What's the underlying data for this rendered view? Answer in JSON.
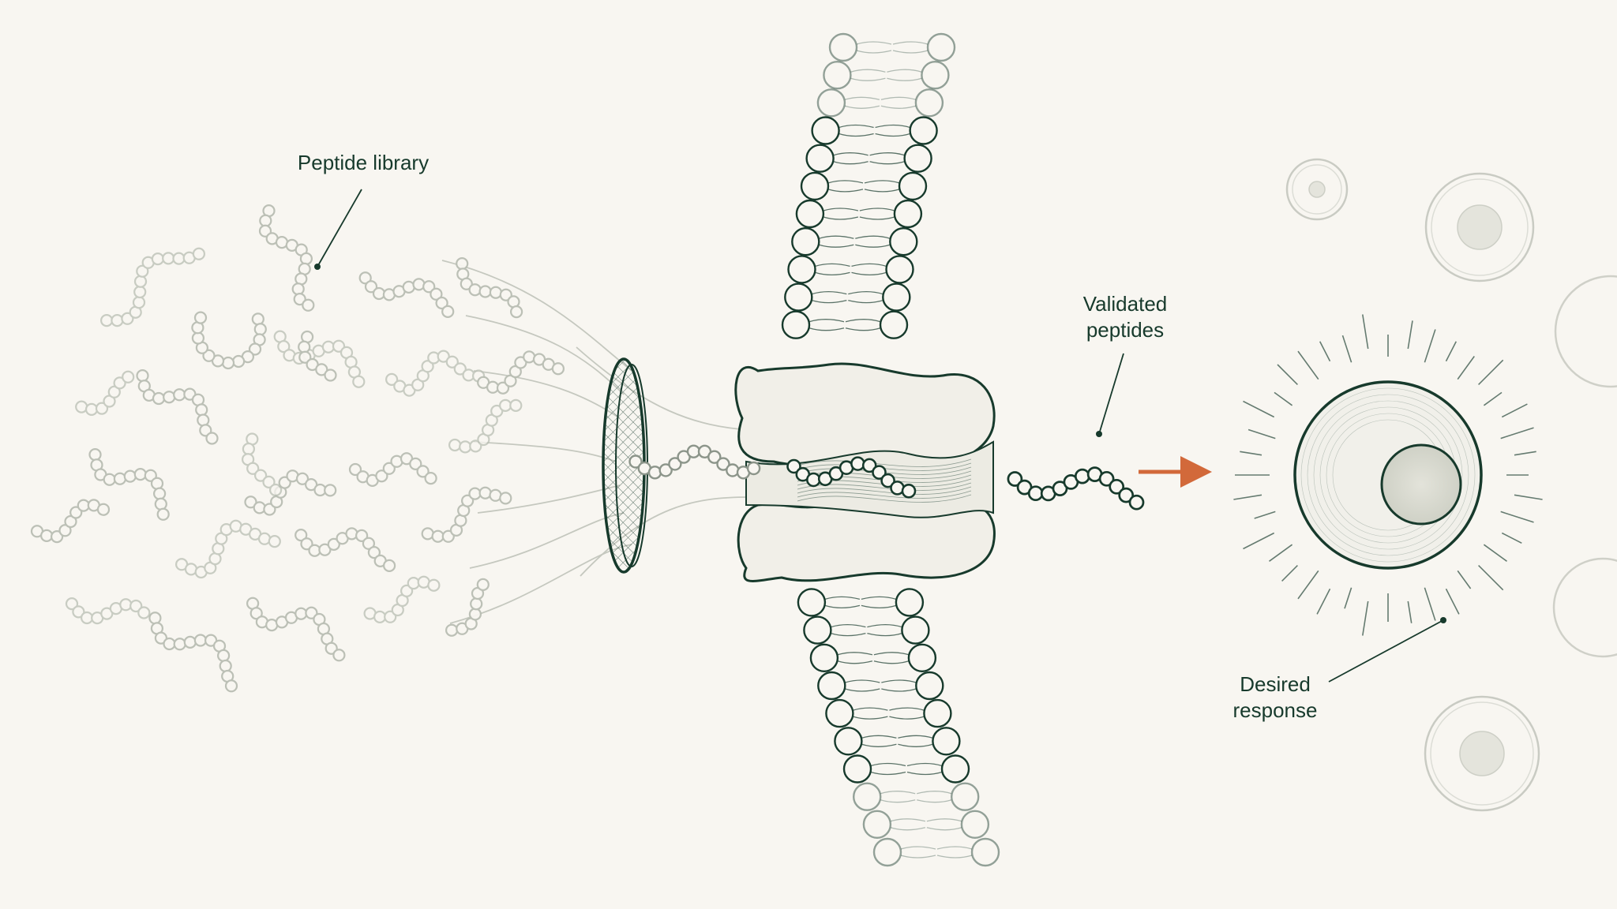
{
  "labels": {
    "peptide_library": "Peptide library",
    "validated_peptides": "Validated\npeptides",
    "desired_response": "Desired\nresponse"
  },
  "colors": {
    "background": "#f8f6f1",
    "ink": "#173a2c",
    "faded_peptide": "#b9beb3",
    "arrow": "#d2693a"
  }
}
